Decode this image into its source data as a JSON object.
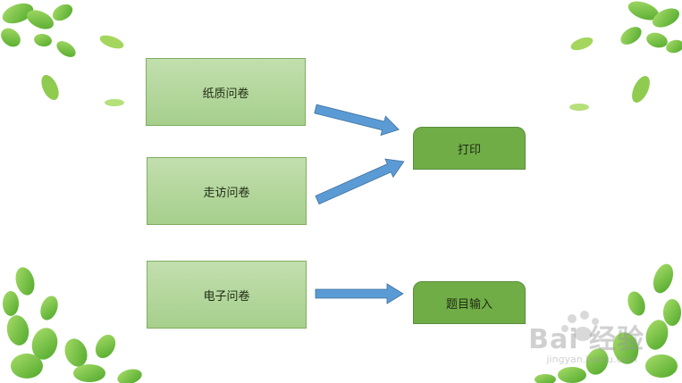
{
  "diagram": {
    "sources": [
      {
        "label": "纸质问卷"
      },
      {
        "label": "走访问卷"
      },
      {
        "label": "电子问卷"
      }
    ],
    "targets": [
      {
        "label": "打印"
      },
      {
        "label": "题目输入"
      }
    ],
    "edges": [
      {
        "from": "纸质问卷",
        "to": "打印"
      },
      {
        "from": "走访问卷",
        "to": "打印"
      },
      {
        "from": "电子问卷",
        "to": "题目输入"
      }
    ]
  },
  "watermark": {
    "main": "Bai 经验",
    "sub": "jingyan.baidu.com"
  },
  "colors": {
    "source_fill": "#b5d89d",
    "target_fill": "#70ad47",
    "arrow_fill": "#5b9bd5",
    "leaf_green": "#7cc242"
  }
}
